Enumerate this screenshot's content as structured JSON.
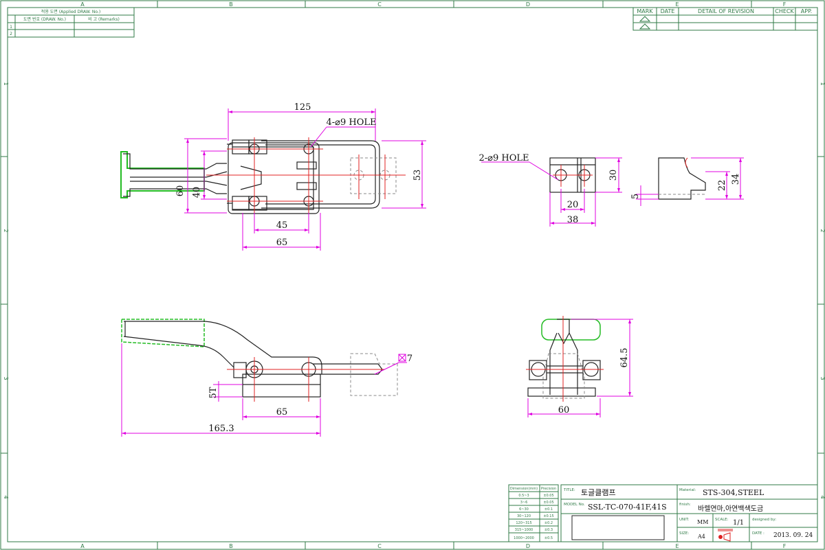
{
  "colors": {
    "frame": "#2f7a46",
    "dim": "#e000e0",
    "part": "#222222",
    "center": "#e02020",
    "hidden": "#8a8a8a",
    "handle_outline": "#22bb22"
  },
  "border": {
    "columns": [
      "A",
      "B",
      "C",
      "D",
      "E",
      "F"
    ],
    "rows": [
      "1",
      "2",
      "3",
      "4"
    ]
  },
  "applied_table": {
    "header": "적용 도면 (Applied DRAW. No.)",
    "col1": "도면 번호 (DRAW. No.)",
    "col2": "비 고 (Remarks)",
    "rows": [
      "1",
      "2"
    ]
  },
  "revision_table": {
    "headers": [
      "MARK",
      "DATE",
      "DETAIL OF REVISION",
      "CHECK",
      "APP."
    ]
  },
  "top_view": {
    "dims": {
      "overall_length": "125",
      "hole_note": "4-⌀9 HOLE",
      "height": "53",
      "outer_width": "60",
      "inner_width": "40",
      "base_pitch": "45",
      "base_length": "65"
    }
  },
  "base_view": {
    "hole_note": "2-⌀9 HOLE",
    "dims": {
      "height": "30",
      "pitch": "20",
      "length": "38"
    }
  },
  "hook_view": {
    "dims": {
      "thickness": "5",
      "hook_height": "22",
      "total_height": "34"
    }
  },
  "side_view": {
    "dims": {
      "square": "7",
      "thickness": "5T",
      "base_length": "65",
      "overall_length": "165.3"
    }
  },
  "front_view": {
    "dims": {
      "height": "64.5",
      "width": "60"
    }
  },
  "tolerance_table": {
    "headers": [
      "Dimension(mm)",
      "Precision"
    ],
    "rows": [
      [
        "0.5~3",
        "±0.05"
      ],
      [
        "3~6",
        "±0.05"
      ],
      [
        "6~30",
        "±0.1"
      ],
      [
        "30~120",
        "±0.15"
      ],
      [
        "120~315",
        "±0.2"
      ],
      [
        "315~1000",
        "±0.3"
      ],
      [
        "1000~2000",
        "±0.5"
      ]
    ]
  },
  "title_block": {
    "title_label": "TITLE:",
    "title": "토글클램프",
    "model_label": "MODEL No.",
    "model": "SSL-TC-070-41F,41S",
    "material_label": "Material:",
    "material": "STS-304,STEEL",
    "finish_label": "finish:",
    "finish": "바렐연마,아연백색도금",
    "unit_label": "UNIT:",
    "unit": "MM",
    "scale_label": "SCALE:",
    "scale": "1/1",
    "designed_label": "designed by:",
    "size_label": "SIZE:",
    "size": "A4",
    "date_label": "DATE :",
    "date": "2013. 09. 24"
  }
}
